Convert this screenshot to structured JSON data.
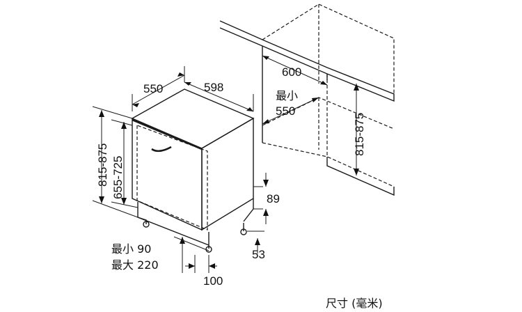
{
  "labels": {
    "depth_550": "550",
    "width_598": "598",
    "niche_width_600": "600",
    "niche_min": "最小",
    "niche_min_550": "550",
    "niche_height": "815-875",
    "appliance_height": "815-875",
    "door_height": "655-725",
    "plinth_89": "89",
    "plinth_53": "53",
    "plinth_min": "最小 90",
    "plinth_max": "最大 220",
    "plinth_100": "100",
    "units_caption": "尺寸 (毫米)"
  }
}
